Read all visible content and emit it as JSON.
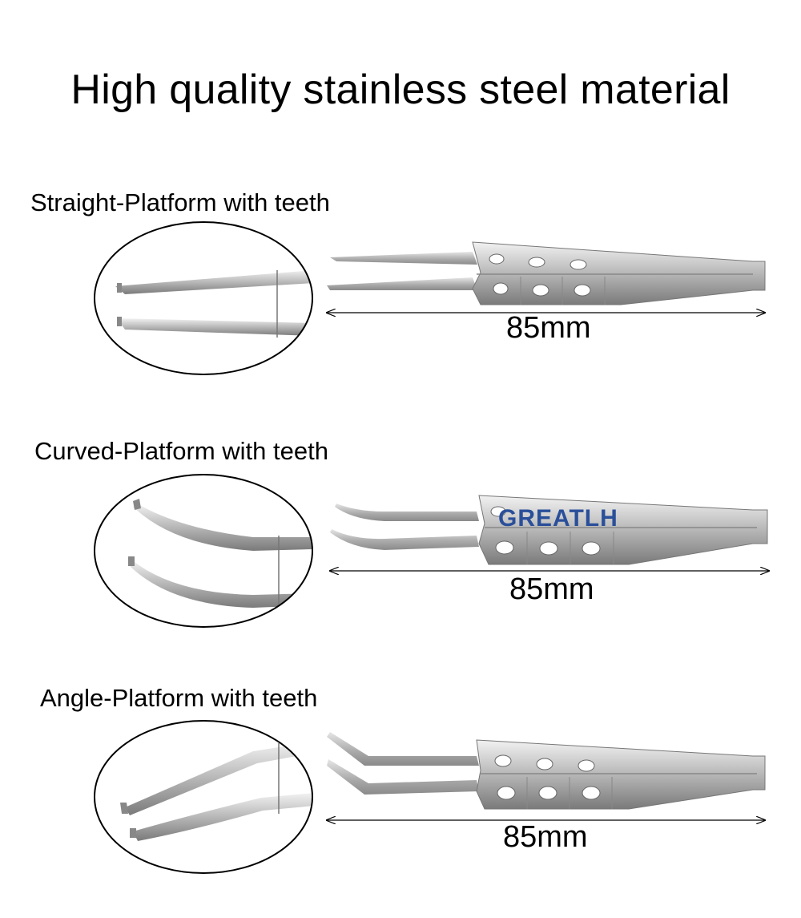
{
  "headline": "High quality stainless steel material",
  "watermark": "GREATLH",
  "colors": {
    "steel_light": "#d9d9d9",
    "steel_mid": "#a9a9a9",
    "steel_dark": "#6f6f6f",
    "watermark": "#2a4f9a"
  },
  "products": [
    {
      "title": "Straight-Platform with teeth",
      "length": "85mm",
      "tip": "straight"
    },
    {
      "title": "Curved-Platform with teeth",
      "length": "85mm",
      "tip": "curved"
    },
    {
      "title": "Angle-Platform with teeth",
      "length": "85mm",
      "tip": "angled"
    }
  ]
}
